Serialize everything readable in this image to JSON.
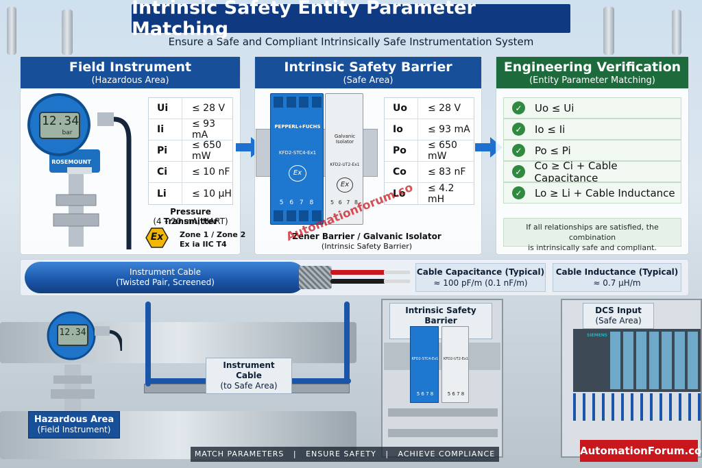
{
  "title": "Intrinsic Safety Entity Parameter Matching",
  "subtitle": "Ensure a Safe and Compliant Intrinsically Safe Instrumentation System",
  "field": {
    "heading": "Field Instrument",
    "subheading": "(Hazardous Area)",
    "device_display": "12.34",
    "device_unit": "bar",
    "device_brand": "ROSEMOUNT",
    "params": [
      {
        "k": "Ui",
        "v": "≤ 28 V"
      },
      {
        "k": "Ii",
        "v": "≤ 93 mA"
      },
      {
        "k": "Pi",
        "v": "≤ 650 mW"
      },
      {
        "k": "Ci",
        "v": "≤ 10 nF"
      },
      {
        "k": "Li",
        "v": "≤ 10 µH"
      }
    ],
    "device_name": "Pressure Transmitter",
    "device_desc": "(4 – 20 mA, HART)",
    "ex_symbol": "Ex",
    "zone": "Zone 1 / Zone 2",
    "marking": "Ex ia IIC T4"
  },
  "barrier": {
    "heading": "Intrinsic Safety Barrier",
    "subheading": "(Safe Area)",
    "module1_brand": "PEPPERL+FUCHS",
    "module1_model": "KFD2-STC4-Ex1",
    "module2_brand": "Galvanic Isolator",
    "module2_model": "KFD2-UT2-Ex1",
    "terminals": "5 6 7 8",
    "params": [
      {
        "k": "Uo",
        "v": "≤ 28 V"
      },
      {
        "k": "Io",
        "v": "≤ 93 mA"
      },
      {
        "k": "Po",
        "v": "≤ 650 mW"
      },
      {
        "k": "Co",
        "v": "≤ 83 nF"
      },
      {
        "k": "Lo",
        "v": "≤ 4.2 mH"
      }
    ],
    "caption": "Zener Barrier / Galvanic Isolator",
    "caption_sub": "(Intrinsic Safety Barrier)"
  },
  "verify": {
    "heading": "Engineering Verification",
    "subheading": "(Entity Parameter Matching)",
    "checks": [
      "Uo  ≤  Ui",
      "Io  ≤  Ii",
      "Po  ≤  Pi",
      "Co  ≥  Ci  +  Cable Capacitance",
      "Lo  ≥  Li  +  Cable Inductance"
    ],
    "note_line1": "If all relationships are satisfied, the combination",
    "note_line2": "is intrinsically safe and compliant."
  },
  "cable": {
    "label1": "Instrument Cable",
    "label2": "(Twisted Pair, Screened)",
    "cap_title": "Cable Capacitance (Typical)",
    "cap_value": "≈ 100 pF/m (0.1 nF/m)",
    "ind_title": "Cable Inductance (Typical)",
    "ind_value": "≈ 0.7 µH/m"
  },
  "scene": {
    "hazard_l1": "Hazardous Area",
    "hazard_l2": "(Field Instrument)",
    "cable_l1": "Instrument Cable",
    "cable_l2": "(to Safe Area)",
    "barrier_l1": "Intrinsic Safety Barrier",
    "barrier_l2": "(Safe Area)",
    "dcs_l1": "DCS Input",
    "dcs_l2": "(Safe Area)",
    "dcs_brand": "SIEMENS",
    "footer": "MATCH PARAMETERS   |   ENSURE SAFETY   |   ACHIEVE COMPLIANCE",
    "watermark": "AutomationForum.co",
    "watermark_diag": "Automationforum.co"
  },
  "colors": {
    "navy": "#0f3a82",
    "blue": "#174f99",
    "green": "#1d6b3c",
    "check": "#2f8a3f",
    "ex_yellow": "#f2b705",
    "brand_red": "#c8171d"
  }
}
